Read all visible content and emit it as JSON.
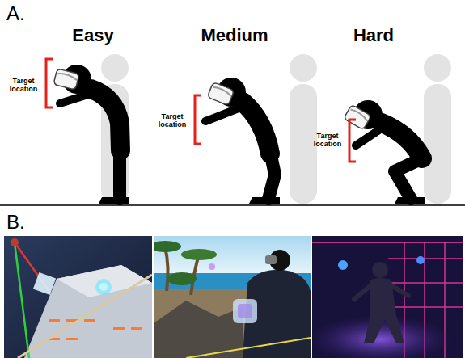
{
  "diagram": {
    "labels": [
      "A.",
      "Easy",
      "Medium",
      "Hard",
      "Target location",
      "Target location",
      "Target location",
      "B."
    ]
  }
}
